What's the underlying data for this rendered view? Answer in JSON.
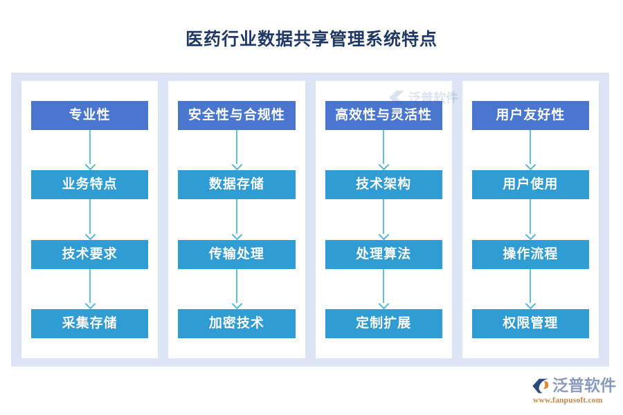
{
  "page": {
    "title": "医药行业数据共享管理系统特点",
    "background_color": "#ffffff",
    "title_color": "#1f3864"
  },
  "theme": {
    "frame_background": "#dce4f5",
    "column_background": "#ffffff",
    "header_box_color": "#4a76cf",
    "step_box_color": "#2f9dd4",
    "arrow_color": "#5ec4de",
    "box_text_color": "#ffffff"
  },
  "diagram": {
    "type": "flowchart",
    "columns": [
      {
        "header": "专业性",
        "steps": [
          "业务特点",
          "技术要求",
          "采集存储"
        ]
      },
      {
        "header": "安全性与合规性",
        "steps": [
          "数据存储",
          "传输处理",
          "加密技术"
        ]
      },
      {
        "header": "高效性与灵活性",
        "steps": [
          "技术架构",
          "处理算法",
          "定制扩展"
        ]
      },
      {
        "header": "用户友好性",
        "steps": [
          "用户使用",
          "操作流程",
          "权限管理"
        ]
      }
    ]
  },
  "watermark": {
    "text": "泛普软件"
  },
  "logo": {
    "name": "泛普软件",
    "url": "www.fanpusoft.com",
    "mark_dark_color": "#2c4a7c",
    "mark_accent_color": "#e08a2e",
    "name_color": "#8a9bbd",
    "url_color": "#c3854f"
  }
}
